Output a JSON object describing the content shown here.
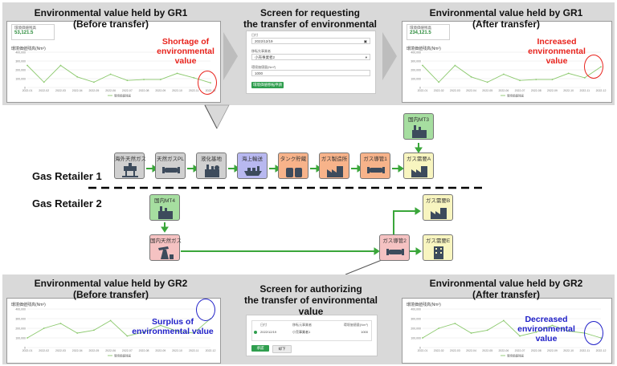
{
  "colors": {
    "band": "#d9d9d9",
    "series": "#8cc96e",
    "callout_red": "#e8231d",
    "callout_blue": "#2020c8",
    "node_gray": "#d0d0d0",
    "node_blue": "#b8b8f0",
    "node_orange": "#f7b38a",
    "node_yellow": "#f8f5c0",
    "node_green": "#a6dea0",
    "node_pink": "#f5c2c2",
    "flow_green": "#3aa63a"
  },
  "top": {
    "left": {
      "title_line1": "Environmental value held by GR1",
      "title_line2": "(Before transfer)",
      "stat_label": "環境価値残高",
      "stat_value": "53,121.5",
      "chart_label": "環境価値残高(Nm³)",
      "callout_line1": "Shortage of",
      "callout_line2": "environmental",
      "callout_line3": "value"
    },
    "middle": {
      "title_line1": "Screen for requesting",
      "title_line2": "the transfer of environmental value",
      "f1_label": "日付",
      "f1_value": "2022/12/19",
      "f2_label": "移転先事業者",
      "f2_value": "小売事業者2",
      "f3_label": "環境価値量(Nm³)",
      "f3_value": "1000",
      "button": "環境価値移転申請"
    },
    "right": {
      "title_line1": "Environmental value held by GR1",
      "title_line2": "(After transfer)",
      "stat_label": "環境価値残高",
      "stat_value": "234,121.5",
      "chart_label": "環境価値残高(Nm³)",
      "callout_line1": "Increased",
      "callout_line2": "environmental",
      "callout_line3": "value"
    }
  },
  "bottom": {
    "left": {
      "title_line1": "Environmental value held by GR2",
      "title_line2": "(Before transfer)",
      "chart_label": "環境価値残高(Nm³)",
      "callout_line1": "Surplus of",
      "callout_line2": "environmental value"
    },
    "middle": {
      "title_line1": "Screen for authorizing",
      "title_line2": "the transfer of environmental value",
      "col1": "日付",
      "col2": "移転元事業者",
      "col3": "環境価値量(Nm³)",
      "r_date": "2022/12/19",
      "r_from": "小売事業者1",
      "r_amount": "1000",
      "btn_ok": "承認",
      "btn_ng": "却下"
    },
    "right": {
      "title_line1": "Environmental value held by GR2",
      "title_line2": "(After transfer)",
      "chart_label": "環境価値残高(Nm³)",
      "callout_line1": "Decreased",
      "callout_line2": "environmental",
      "callout_line3": "value"
    }
  },
  "retailers": {
    "gr1": "Gas Retailer 1",
    "gr2": "Gas Retailer 2"
  },
  "nodes": {
    "n1": "海外天然ガス",
    "n2": "天然ガスPL",
    "n3": "液化基地",
    "n4": "海上輸送",
    "n5": "タンク貯蔵",
    "n6": "ガス製造所",
    "n7": "ガス導管1",
    "n8": "ガス需要A",
    "n9": "国内MT3",
    "n10": "国内MT4",
    "n11": "国内天然ガス",
    "n12": "ガス導管2",
    "n13": "ガス需要B",
    "n14": "ガス需要E"
  },
  "chart_data": [
    {
      "type": "line",
      "x": [
        "2022-01",
        "2022-02",
        "2022-03",
        "2022-04",
        "2022-05",
        "2022-06",
        "2022-07",
        "2022-08",
        "2022-09",
        "2022-10",
        "2022-11",
        "2022-12"
      ],
      "series": [
        {
          "name": "環境価値残高",
          "values": [
            250000,
            60000,
            250000,
            120000,
            60000,
            150000,
            80000,
            90000,
            90000,
            160000,
            110000,
            53000
          ]
        }
      ],
      "ylim": [
        0,
        400000
      ],
      "yticks": [
        "400,000",
        "300,000",
        "200,000",
        "100,000",
        "0"
      ],
      "grid": true,
      "legend": "bottom"
    },
    {
      "type": "line",
      "x": [
        "2022-01",
        "2022-02",
        "2022-03",
        "2022-04",
        "2022-05",
        "2022-06",
        "2022-07",
        "2022-08",
        "2022-09",
        "2022-10",
        "2022-11",
        "2022-12"
      ],
      "series": [
        {
          "name": "環境価値残高",
          "values": [
            250000,
            60000,
            250000,
            120000,
            60000,
            150000,
            80000,
            90000,
            90000,
            160000,
            110000,
            234000
          ]
        }
      ],
      "ylim": [
        0,
        400000
      ],
      "yticks": [
        "400,000",
        "300,000",
        "200,000",
        "100,000",
        "0"
      ],
      "grid": true,
      "legend": "bottom"
    },
    {
      "type": "line",
      "x": [
        "2022-01",
        "2022-02",
        "2022-03",
        "2022-04",
        "2022-05",
        "2022-06",
        "2022-07",
        "2022-08",
        "2022-09",
        "2022-10",
        "2022-11",
        "2022-12"
      ],
      "series": [
        {
          "name": "環境価値残高",
          "values": [
            100000,
            200000,
            250000,
            150000,
            180000,
            280000,
            120000,
            160000,
            230000,
            170000,
            150000,
            300000
          ]
        }
      ],
      "ylim": [
        0,
        400000
      ],
      "yticks": [
        "400,000",
        "300,000",
        "200,000",
        "100,000",
        "0"
      ],
      "grid": true,
      "legend": "bottom"
    },
    {
      "type": "line",
      "x": [
        "2022-01",
        "2022-02",
        "2022-03",
        "2022-04",
        "2022-05",
        "2022-06",
        "2022-07",
        "2022-08",
        "2022-09",
        "2022-10",
        "2022-11",
        "2022-12"
      ],
      "series": [
        {
          "name": "環境価値残高",
          "values": [
            100000,
            200000,
            250000,
            150000,
            180000,
            280000,
            120000,
            160000,
            230000,
            170000,
            150000,
            100000
          ]
        }
      ],
      "ylim": [
        0,
        400000
      ],
      "yticks": [
        "400,000",
        "300,000",
        "200,000",
        "100,000",
        "0"
      ],
      "grid": true,
      "legend": "bottom"
    }
  ]
}
